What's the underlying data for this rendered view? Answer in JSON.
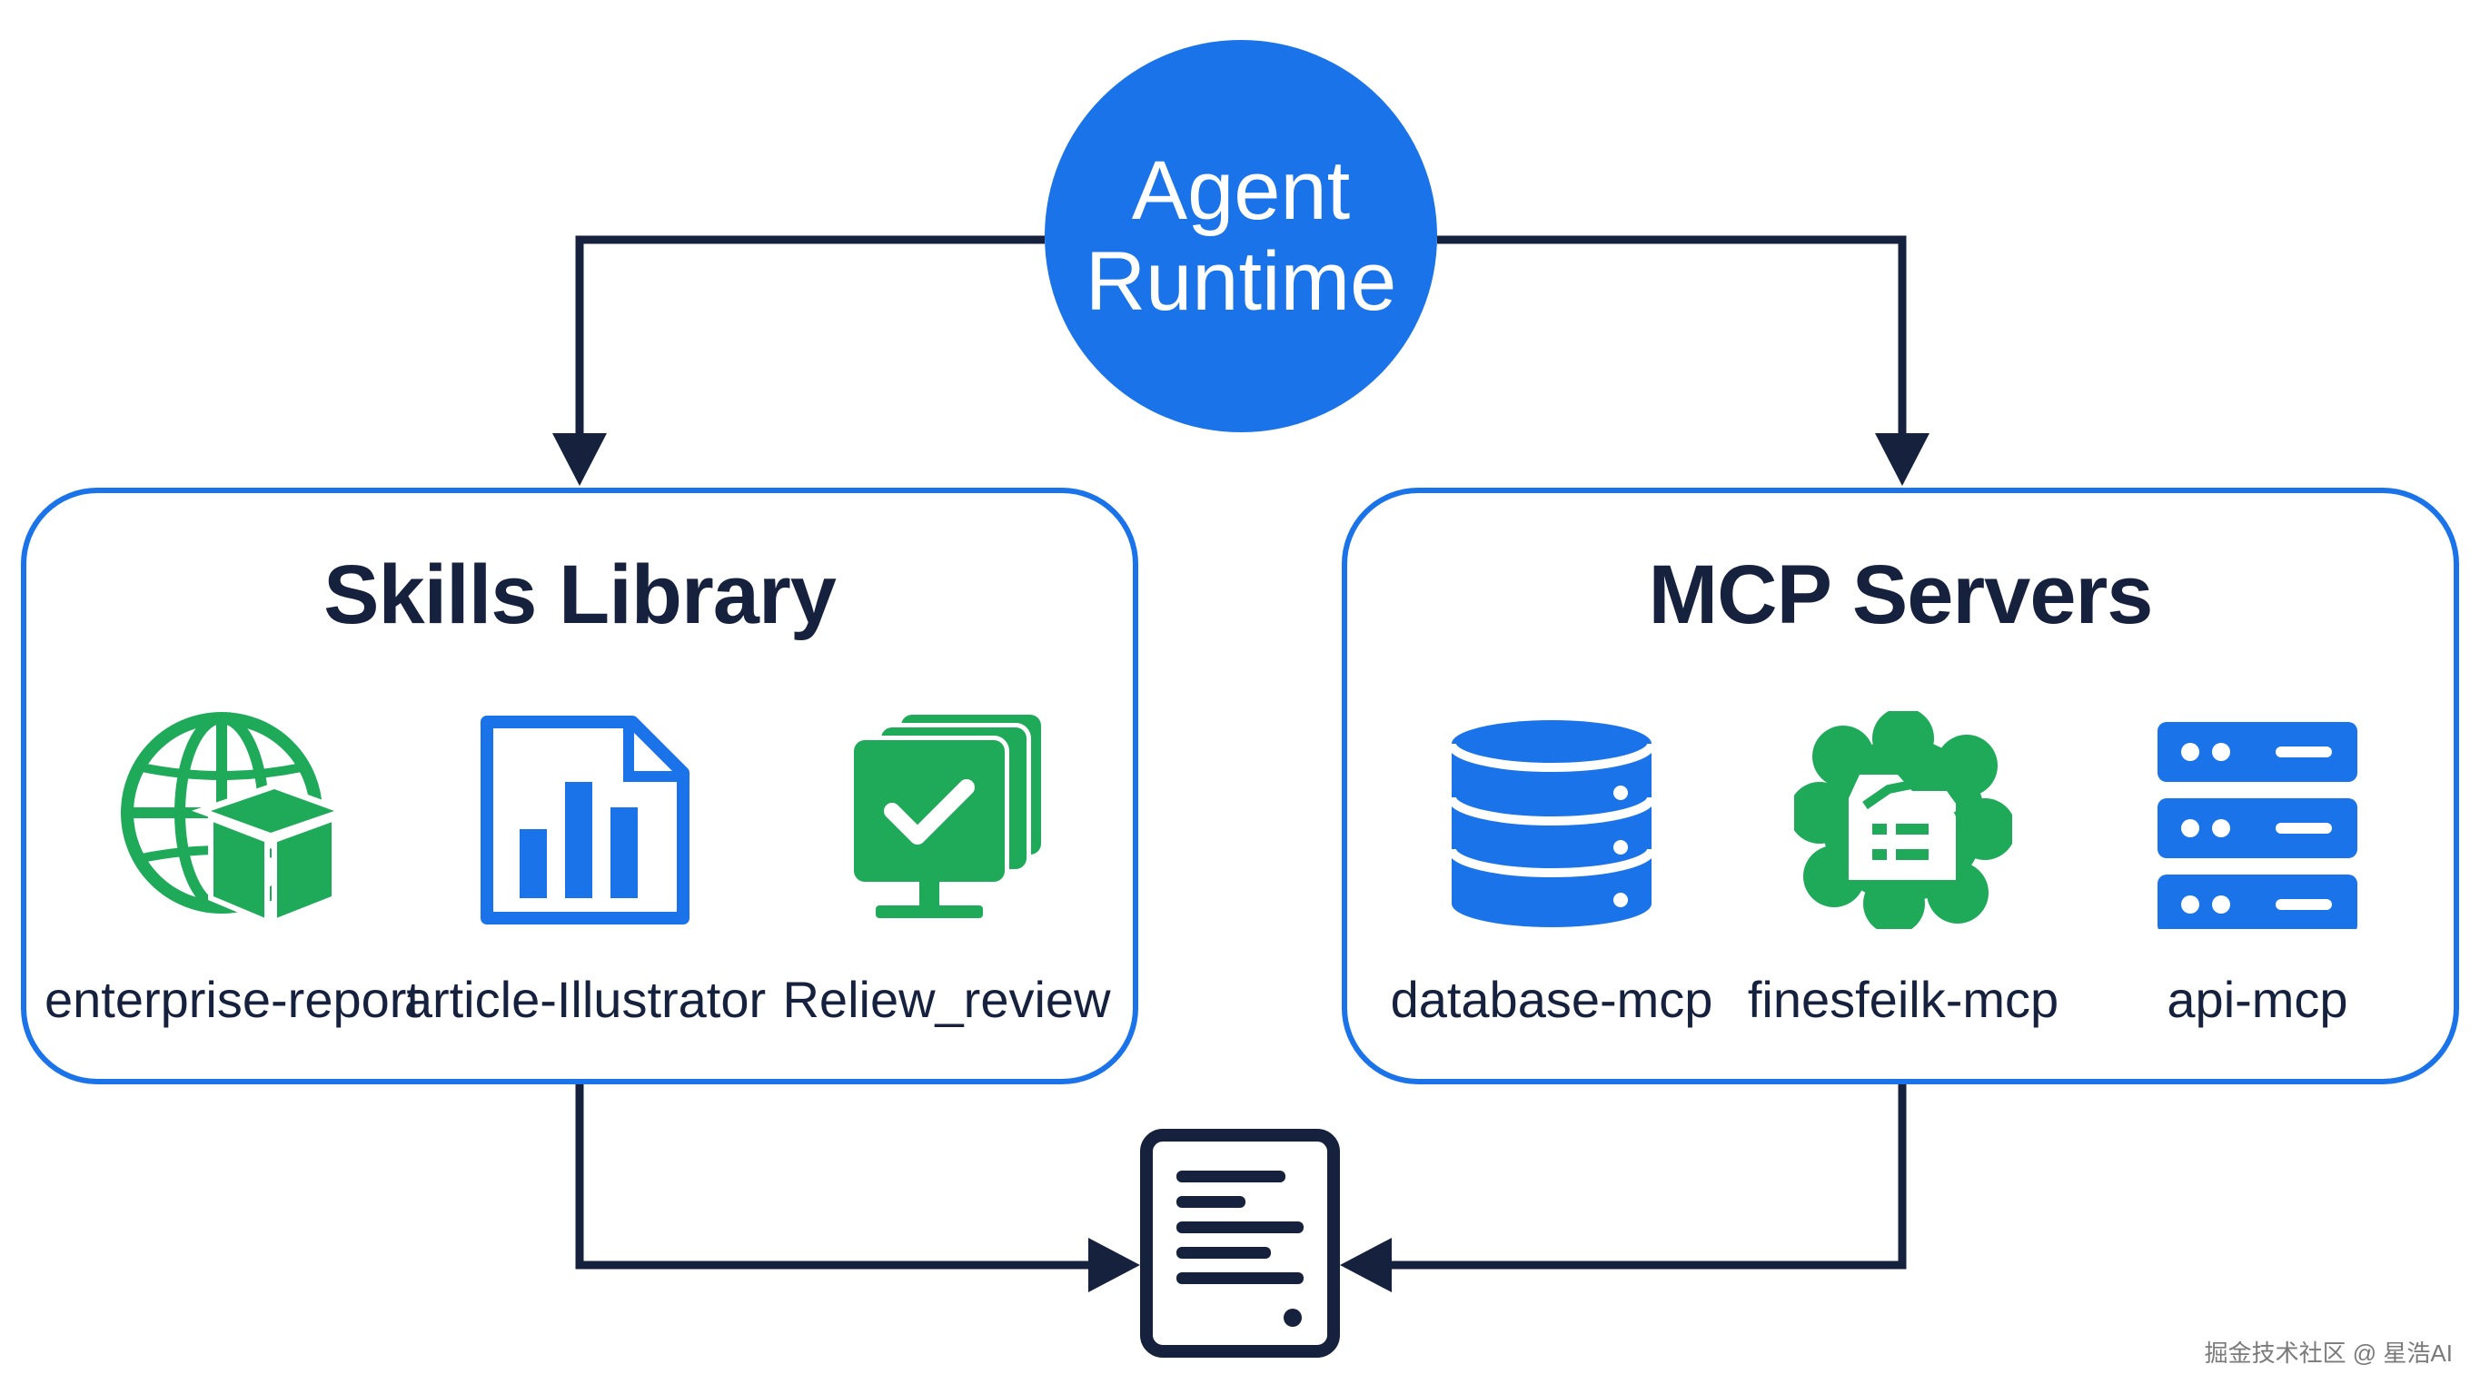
{
  "agent_runtime": {
    "line1": "Agent",
    "line2": "Runtime"
  },
  "skills_library": {
    "title": "Skills Library",
    "items": [
      {
        "label": "enterprise-report",
        "icon": "globe-cube-icon"
      },
      {
        "label": "article-Illustrator",
        "icon": "chart-document-icon"
      },
      {
        "label": "Reliew_review",
        "icon": "monitor-check-icon"
      }
    ]
  },
  "mcp_servers": {
    "title": "MCP Servers",
    "items": [
      {
        "label": "database-mcp",
        "icon": "database-icon"
      },
      {
        "label": "finesfeilk-mcp",
        "icon": "cloud-folder-icon"
      },
      {
        "label": "api-mcp",
        "icon": "server-rack-icon"
      }
    ]
  },
  "output": {
    "icon": "document-icon"
  },
  "watermark": "掘金技术社区 @ 星浩AI",
  "colors": {
    "primary_blue": "#1a73e8",
    "green": "#1faa59",
    "navy": "#16213e"
  }
}
